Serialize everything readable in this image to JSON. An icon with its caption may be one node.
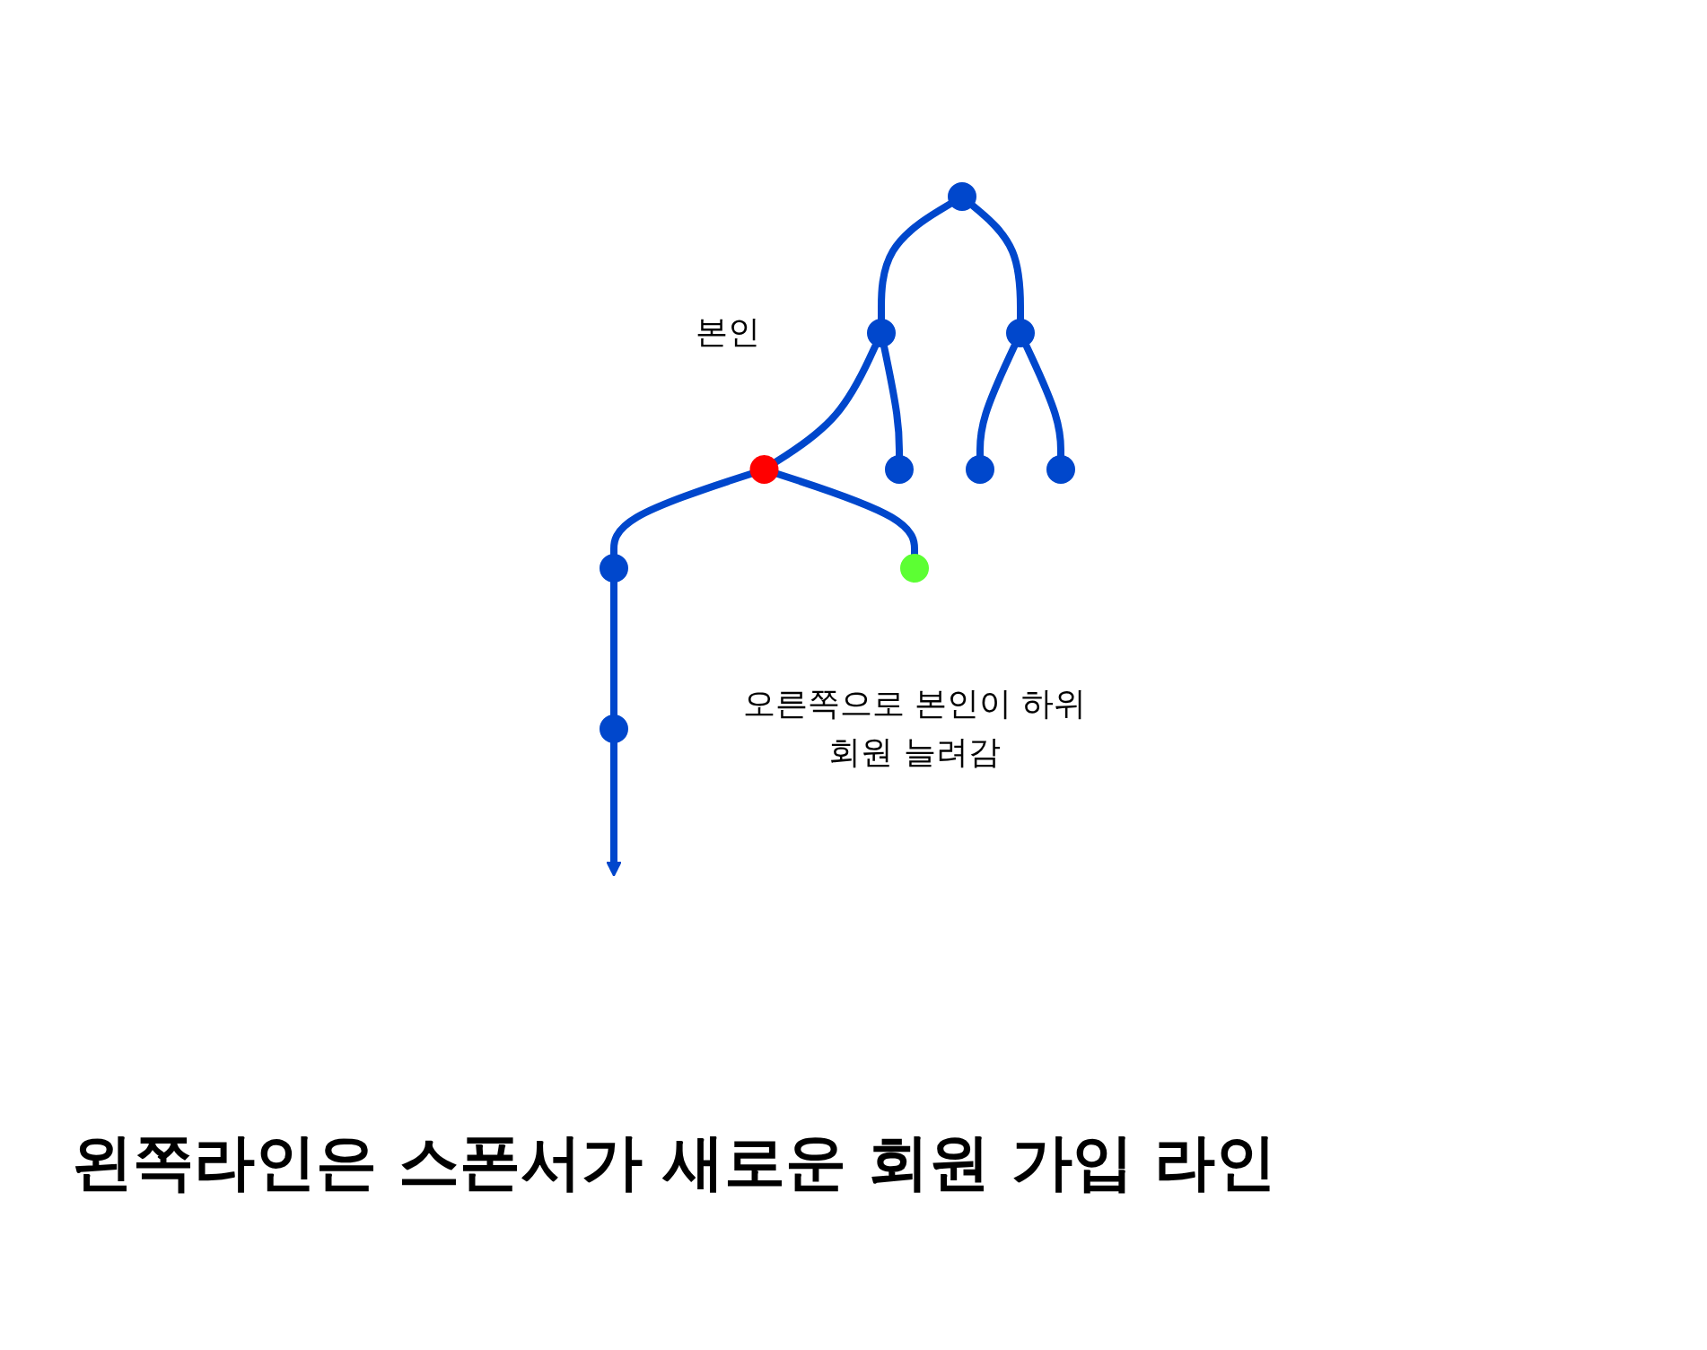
{
  "diagram": {
    "nodes": [
      {
        "text": [],
        "shape": "circle"
      },
      {
        "text": [],
        "shape": "circle"
      },
      {
        "text": [],
        "shape": "circle"
      },
      {
        "text": [],
        "shape": "circle",
        "beside": [
          "본인"
        ]
      },
      {
        "text": [],
        "shape": "circle"
      },
      {
        "text": [],
        "shape": "circle"
      },
      {
        "text": [],
        "shape": "circle"
      },
      {
        "text": [],
        "shape": "circle"
      },
      {
        "text": [],
        "shape": "circle",
        "beside": [
          "오른쪽으로 본인이 하위회원 늘려감"
        ]
      },
      {
        "text": [],
        "shape": "circle"
      }
    ],
    "edges": [
      {
        "from": 0,
        "to": 1,
        "arrow": "none"
      },
      {
        "from": 0,
        "to": 2,
        "arrow": "none"
      },
      {
        "from": 1,
        "to": 3,
        "arrow": "none"
      },
      {
        "from": 1,
        "to": 4,
        "arrow": "none"
      },
      {
        "from": 2,
        "to": 5,
        "arrow": "none"
      },
      {
        "from": 2,
        "to": 6,
        "arrow": "none"
      },
      {
        "from": 3,
        "to": 7,
        "arrow": "none"
      },
      {
        "from": 3,
        "to": 8,
        "arrow": "none"
      },
      {
        "from": 7,
        "to": 9,
        "arrow": "none"
      },
      {
        "from": 9,
        "to": null,
        "arrow": "to"
      }
    ],
    "labels": [
      "왼쪽라인은 스폰서가 새로운 회원 가입 라인"
    ]
  }
}
